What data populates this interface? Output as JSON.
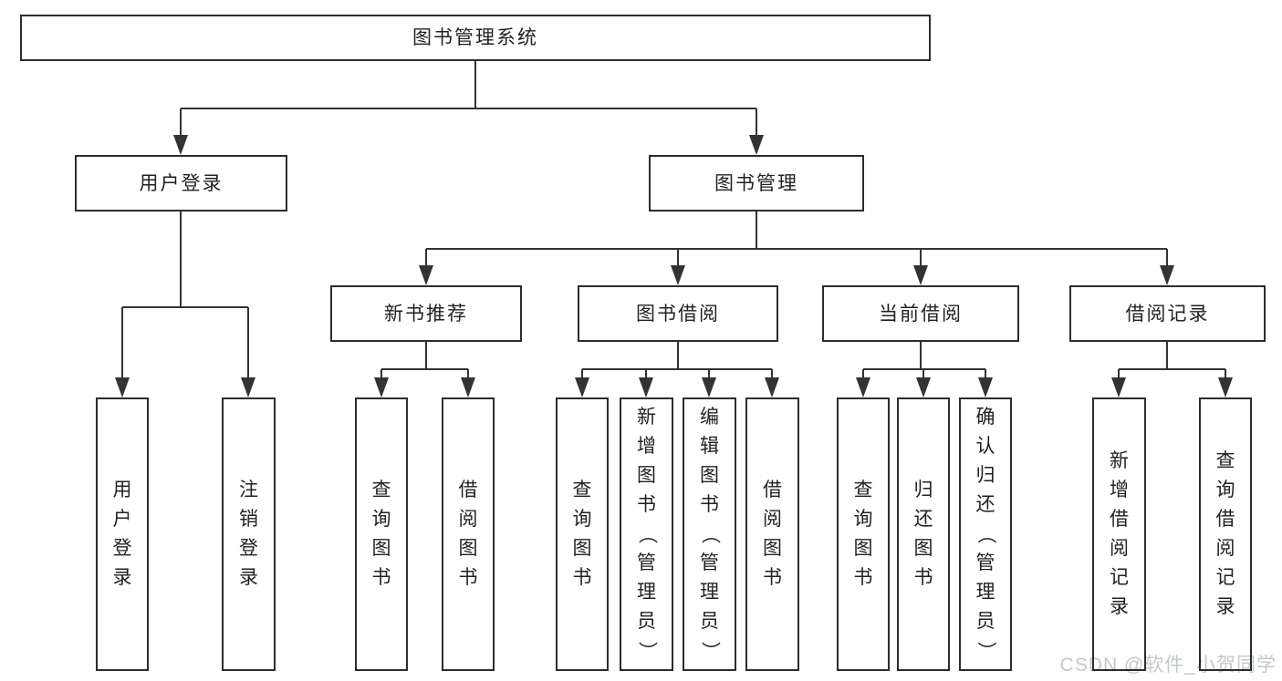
{
  "page": {
    "watermark": "CSDN @软件_小贺同学"
  },
  "colors": {
    "line": "#333333",
    "box_border": "#2d2d2d",
    "box_background": "#ffffff",
    "text": "#222222",
    "watermark_text": "#c3c8cb",
    "page_background": "#ffffff"
  },
  "tree": {
    "root": {
      "label": "图书管理系统"
    },
    "level2": {
      "user_login": {
        "label": "用户登录"
      },
      "book_management": {
        "label": "图书管理"
      }
    },
    "level3": {
      "new_book_recommend": {
        "label": "新书推荐"
      },
      "book_borrowing": {
        "label": "图书借阅"
      },
      "current_borrowing": {
        "label": "当前借阅"
      },
      "borrowing_records": {
        "label": "借阅记录"
      }
    },
    "leaves": {
      "user_login_leaf": {
        "label": "用户登录"
      },
      "logout": {
        "label": "注销登录"
      },
      "query_books_recommend": {
        "label": "查询图书"
      },
      "borrow_books_recommend": {
        "label": "借阅图书"
      },
      "query_books_borrowing": {
        "label": "查询图书"
      },
      "add_books_admin": {
        "label": "新增图书（管理员）"
      },
      "edit_books_admin": {
        "label": "编辑图书（管理员）"
      },
      "borrow_books_borrowing": {
        "label": "借阅图书"
      },
      "query_books_current": {
        "label": "查询图书"
      },
      "return_books": {
        "label": "归还图书"
      },
      "confirm_return_admin": {
        "label": "确认归还（管理员）"
      },
      "add_borrowing_record": {
        "label": "新增借阅记录"
      },
      "query_borrowing_record": {
        "label": "查询借阅记录"
      }
    }
  }
}
